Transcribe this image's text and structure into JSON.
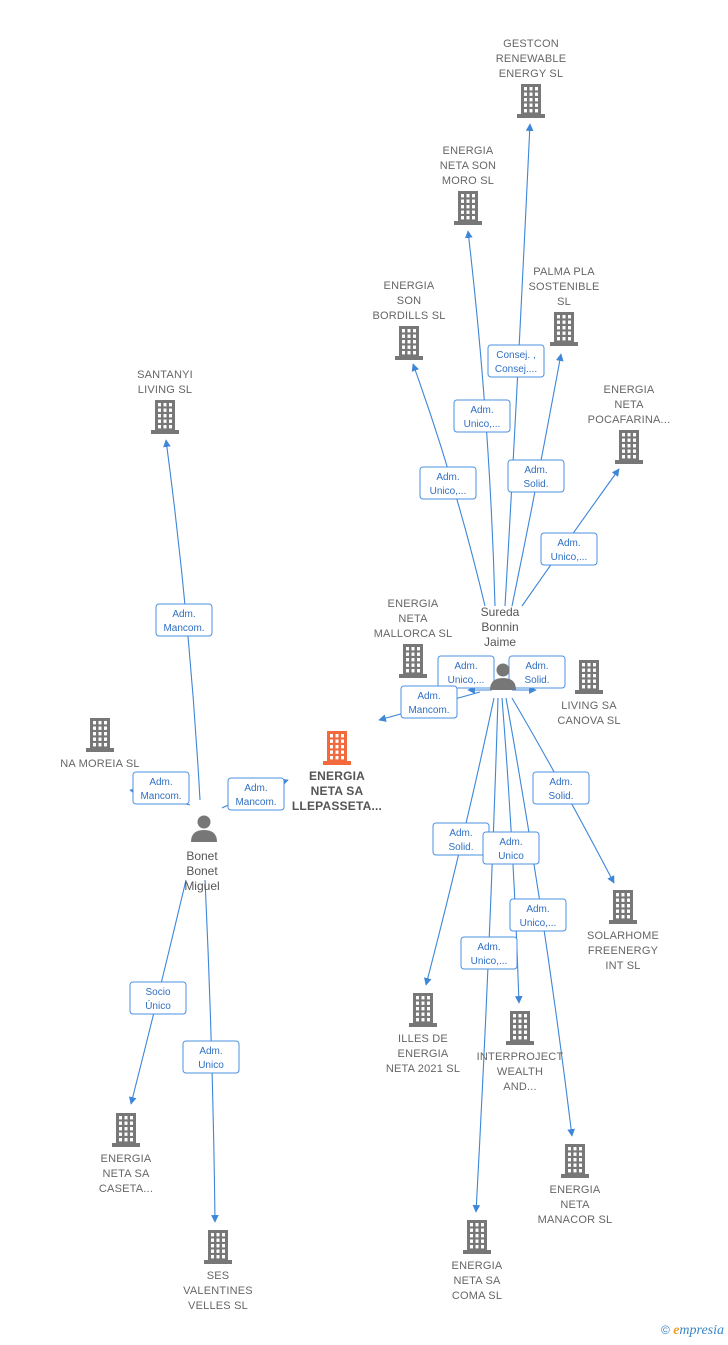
{
  "colors": {
    "edge": "#3d86d8",
    "building": "#777777",
    "focus": "#f26a3c",
    "person": "#777777"
  },
  "companies": [
    {
      "id": "gestcon",
      "lines": [
        "GESTCON",
        "RENEWABLE",
        "ENERGY SL"
      ]
    },
    {
      "id": "sonmoro",
      "lines": [
        "ENERGIA",
        "NETA SON",
        "MORO  SL"
      ]
    },
    {
      "id": "palmapla",
      "lines": [
        "PALMA PLA",
        "SOSTENIBLE",
        "SL"
      ]
    },
    {
      "id": "sonbordills",
      "lines": [
        "ENERGIA",
        "SON",
        "BORDILLS  SL"
      ]
    },
    {
      "id": "pocafarina",
      "lines": [
        "ENERGIA",
        "NETA",
        "POCAFARINA..."
      ]
    },
    {
      "id": "santanyi",
      "lines": [
        "SANTANYI",
        "LIVING  SL"
      ]
    },
    {
      "id": "mallorca",
      "lines": [
        "ENERGIA",
        "NETA",
        "MALLORCA  SL"
      ]
    },
    {
      "id": "canova",
      "lines": [
        "LIVING SA",
        "CANOVA  SL"
      ]
    },
    {
      "id": "namoreia",
      "lines": [
        "NA MOREIA  SL"
      ]
    },
    {
      "id": "llepasseta",
      "lines": [
        "ENERGIA",
        "NETA SA",
        "LLEPASSETA..."
      ],
      "focus": true
    },
    {
      "id": "solarhome",
      "lines": [
        "SOLARHOME",
        "FREENERGY",
        "INT  SL"
      ]
    },
    {
      "id": "illes",
      "lines": [
        "ILLES DE",
        "ENERGIA",
        "NETA 2021  SL"
      ]
    },
    {
      "id": "interproject",
      "lines": [
        "INTERPROJECT",
        "WEALTH",
        "AND..."
      ]
    },
    {
      "id": "caseta",
      "lines": [
        "ENERGIA",
        "NETA SA",
        "CASETA..."
      ]
    },
    {
      "id": "manacor",
      "lines": [
        "ENERGIA",
        "NETA",
        "MANACOR  SL"
      ]
    },
    {
      "id": "sesvalentines",
      "lines": [
        "SES",
        "VALENTINES",
        "VELLES  SL"
      ]
    },
    {
      "id": "coma",
      "lines": [
        "ENERGIA",
        "NETA SA",
        "COMA  SL"
      ]
    }
  ],
  "persons": [
    {
      "id": "sureda",
      "lines": [
        "Sureda",
        "Bonnin",
        "Jaime"
      ]
    },
    {
      "id": "bonet",
      "lines": [
        "Bonet",
        "Bonet",
        "Miguel"
      ]
    }
  ],
  "edges": [
    {
      "from": "sureda",
      "to": "gestcon",
      "label": [
        "Consej. ,",
        "Consej...."
      ]
    },
    {
      "from": "sureda",
      "to": "sonmoro",
      "label": [
        "Adm.",
        "Unico,..."
      ]
    },
    {
      "from": "sureda",
      "to": "sonbordills",
      "label": [
        "Adm.",
        "Unico,..."
      ]
    },
    {
      "from": "sureda",
      "to": "palmapla",
      "label": [
        "Adm.",
        "Solid."
      ]
    },
    {
      "from": "sureda",
      "to": "pocafarina",
      "label": [
        "Adm.",
        "Unico,..."
      ]
    },
    {
      "from": "sureda",
      "to": "mallorca",
      "label": [
        "Adm.",
        "Unico,..."
      ]
    },
    {
      "from": "sureda",
      "to": "canova",
      "label": [
        "Adm.",
        "Solid."
      ]
    },
    {
      "from": "sureda",
      "to": "llepasseta",
      "label": [
        "Adm.",
        "Mancom."
      ]
    },
    {
      "from": "sureda",
      "to": "solarhome",
      "label": [
        "Adm.",
        "Solid."
      ]
    },
    {
      "from": "sureda",
      "to": "illes",
      "label": [
        "Adm.",
        "Solid."
      ]
    },
    {
      "from": "sureda",
      "to": "interproject",
      "label": [
        "Adm.",
        "Unico"
      ]
    },
    {
      "from": "sureda",
      "to": "manacor",
      "label": [
        "Adm.",
        "Unico,..."
      ]
    },
    {
      "from": "sureda",
      "to": "coma",
      "label": [
        "Adm.",
        "Unico,..."
      ]
    },
    {
      "from": "bonet",
      "to": "santanyi",
      "label": [
        "Adm.",
        "Mancom."
      ]
    },
    {
      "from": "bonet",
      "to": "namoreia",
      "label": [
        "Adm.",
        "Mancom."
      ]
    },
    {
      "from": "bonet",
      "to": "llepasseta",
      "label": [
        "Adm.",
        "Mancom."
      ]
    },
    {
      "from": "bonet",
      "to": "caseta",
      "label": [
        "Socio",
        "Único"
      ]
    },
    {
      "from": "bonet",
      "to": "sesvalentines",
      "label": [
        "Adm.",
        "Unico"
      ]
    }
  ],
  "footer": {
    "copyright": "©",
    "brand_first": "e",
    "brand_rest": "mpresia"
  }
}
